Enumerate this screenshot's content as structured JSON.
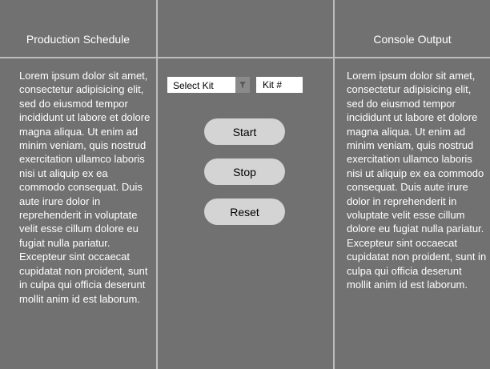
{
  "production_schedule": {
    "title": "Production Schedule",
    "body": "Lorem ipsum dolor sit amet, consectetur adipisicing elit, sed do eiusmod tempor incididunt ut labore et dolore magna aliqua. Ut enim ad minim veniam, quis nostrud exercitation ullamco laboris nisi ut aliquip ex ea commodo consequat. Duis aute irure dolor in reprehenderit in voluptate velit esse cillum dolore eu fugiat nulla pariatur. Excepteur sint occaecat cupidatat non proident, sunt in culpa qui officia deserunt mollit anim id est laborum."
  },
  "controls": {
    "kit_select": {
      "selected": "Select Kit",
      "icon": "filter-dropdown-icon"
    },
    "kit_number": {
      "placeholder": "Kit #",
      "value": ""
    },
    "start_label": "Start",
    "stop_label": "Stop",
    "reset_label": "Reset"
  },
  "console_output": {
    "title": "Console Output",
    "body": "Lorem ipsum dolor sit amet, consectetur adipisicing elit, sed do eiusmod tempor incididunt ut labore et dolore magna aliqua. Ut enim ad minim veniam, quis nostrud exercitation ullamco laboris nisi ut aliquip ex ea commodo consequat. Duis aute irure dolor in reprehenderit in voluptate velit esse cillum dolore eu fugiat nulla pariatur. Excepteur sint occaecat cupidatat non proident, sunt in culpa qui officia deserunt mollit anim id est laborum."
  },
  "colors": {
    "background": "#717171",
    "divider": "#bdbdbd",
    "button": "#d4d4d4",
    "text": "#ffffff"
  }
}
